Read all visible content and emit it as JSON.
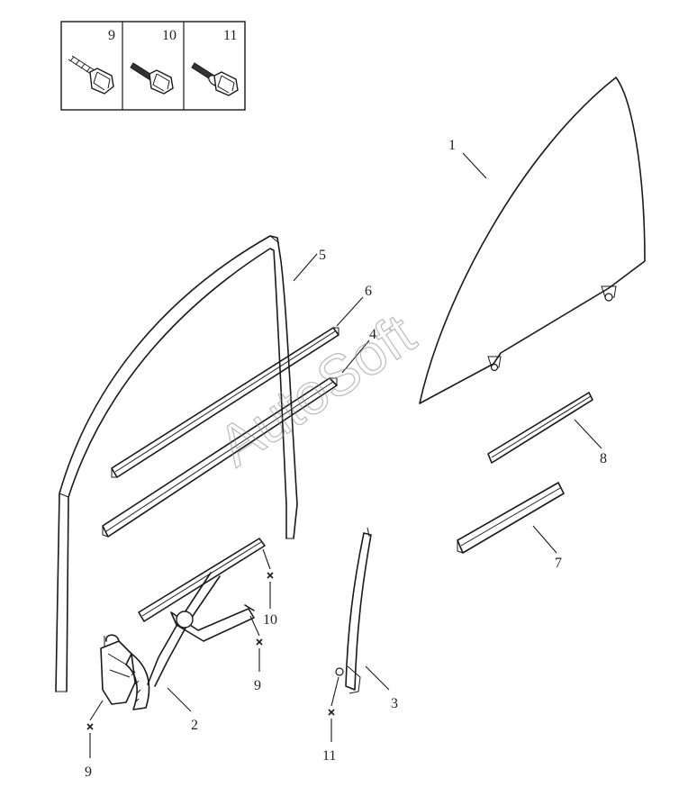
{
  "fasteners_box": {
    "labels": [
      "9",
      "10",
      "11"
    ]
  },
  "callouts": {
    "glass": "1",
    "regulator": "2",
    "rear_channel": "3",
    "inner_belt_strip": "4",
    "run_channel": "5",
    "outer_belt_strip": "6",
    "strip_7": "7",
    "strip_8": "8",
    "bolt_9_top": "9",
    "bolt_9_bottom": "9",
    "bolt_10": "10",
    "bolt_11": "11"
  },
  "watermark": "AutoSoft"
}
